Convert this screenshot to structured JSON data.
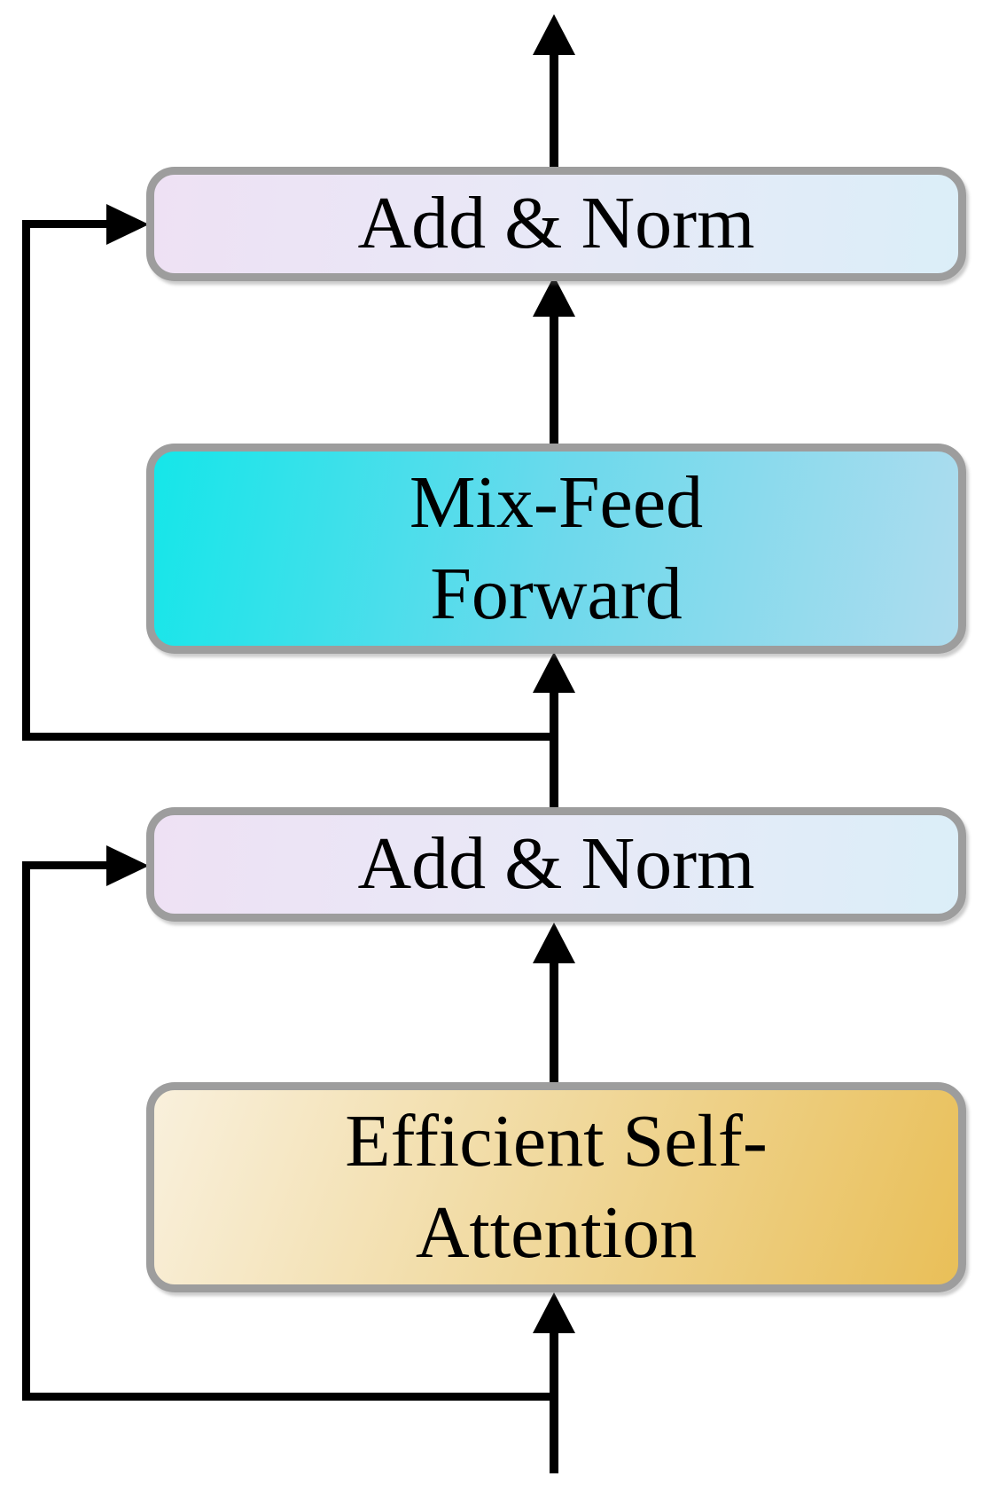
{
  "diagram": {
    "type": "flowchart-transformer-block",
    "blocks": {
      "add_norm_top": {
        "label": "Add & Norm",
        "gradient": [
          "#eee1f4",
          "#e8e9f7",
          "#dbeef8"
        ]
      },
      "mix_feed_forward": {
        "line1": "Mix-Feed",
        "line2": "Forward",
        "gradient": [
          "#15e6e9",
          "#6cd9ec",
          "#aedcee"
        ]
      },
      "add_norm_middle": {
        "label": "Add & Norm",
        "gradient": [
          "#eee1f4",
          "#e8e9f7",
          "#dbeef8"
        ]
      },
      "efficient_self_attention": {
        "line1": "Efficient Self-",
        "line2": "Attention",
        "gradient": [
          "#f9f0dc",
          "#f0d89b",
          "#e9bf58"
        ]
      }
    },
    "colors": {
      "background": "#ffffff",
      "block_border": "#9d9d9d",
      "arrow": "#000000",
      "text": "#000000"
    }
  }
}
